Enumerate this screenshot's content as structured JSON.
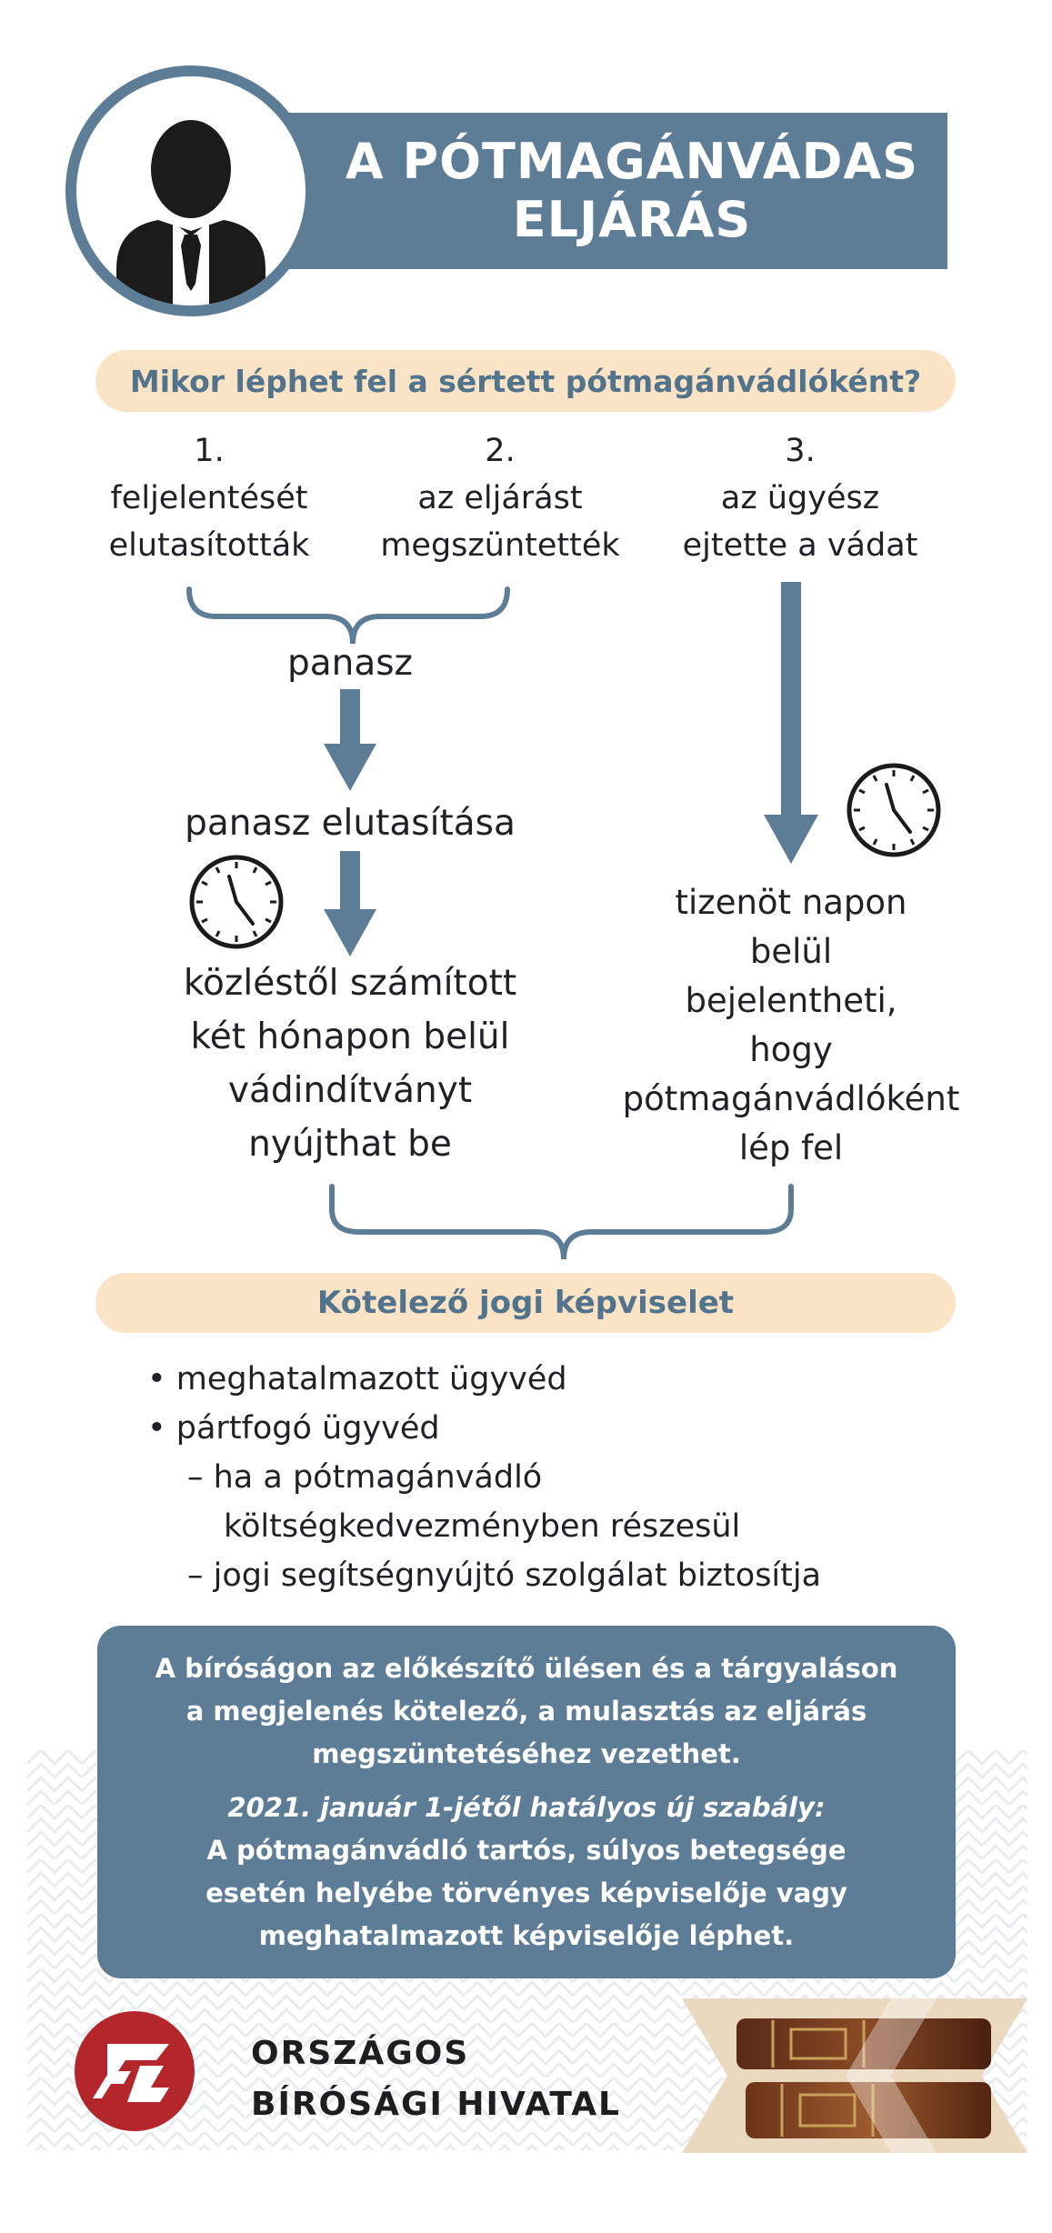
{
  "header": {
    "title_line1": "A PÓTMAGÁNVÁDAS",
    "title_line2": "ELJÁRÁS"
  },
  "question": "Mikor léphet fel a sértett pótmagánvádlóként?",
  "steps": [
    {
      "number": "1.",
      "line1": "feljelentését",
      "line2": "elutasították"
    },
    {
      "number": "2.",
      "line1": "az eljárást",
      "line2": "megszüntették"
    },
    {
      "number": "3.",
      "line1": "az ügyész",
      "line2": "ejtette a vádat"
    }
  ],
  "flow": {
    "complaint": "panasz",
    "complaint_rejected": "panasz elutasítása",
    "left_outcome": [
      "közléstől számított",
      "két hónapon belül",
      "vádindítványt",
      "nyújthat be"
    ],
    "right_outcome": [
      "tizenöt napon",
      "belül",
      "bejelentheti,",
      "hogy",
      "pótmagánvádlóként",
      "lép fel"
    ]
  },
  "representation": {
    "title": "Kötelező jogi képviselet",
    "bullets": [
      "• meghatalmazott ügyvéd",
      "• pártfogó ügyvéd",
      "– ha a pótmagánvádló",
      "költségkedvezményben részesül",
      "– jogi segítségnyújtó szolgálat biztosítja"
    ]
  },
  "info_box": {
    "lines": [
      "A bíróságon az előkészítő ülésen és a tárgyaláson",
      "a megjelenés kötelező, a mulasztás az eljárás",
      "megszüntetéséhez vezethet."
    ],
    "new_rule_title": "2021. január 1-jétől hatályos új szabály:",
    "new_rule_lines": [
      "A pótmagánvádló tartós, súlyos betegsége",
      "esetén helyébe törvényes képviselője vagy",
      "meghatalmazott képviselője léphet."
    ]
  },
  "footer": {
    "org_line1": "ORSZÁGOS",
    "org_line2": "BÍRÓSÁGI HIVATAL"
  },
  "colors": {
    "accent": "#5d7d96",
    "pill": "#fbe3c6",
    "logo_red": "#b3262b"
  }
}
